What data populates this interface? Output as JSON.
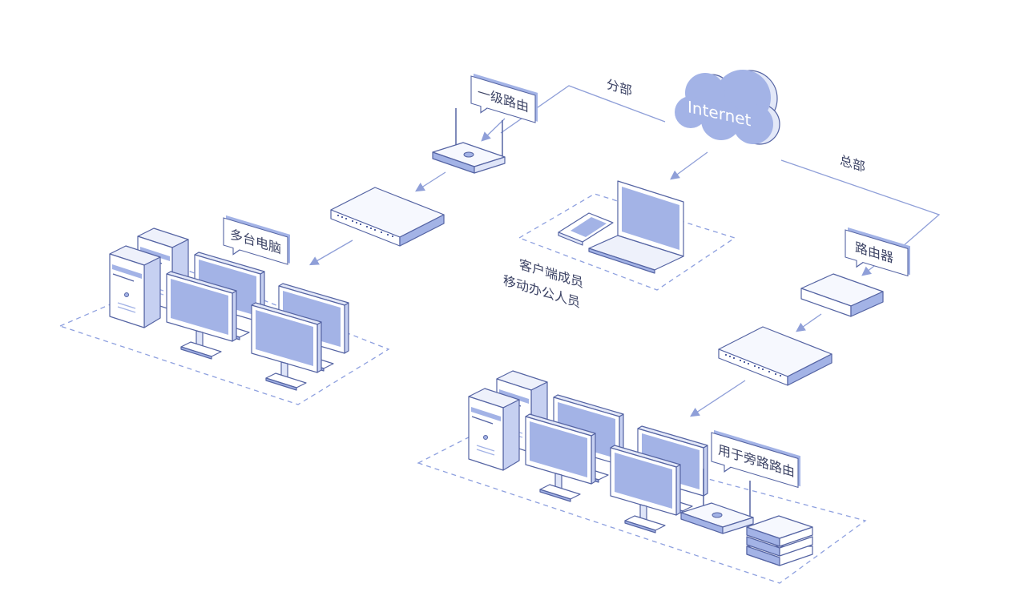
{
  "diagram": {
    "cloud_label": "Internet",
    "branch_label": "分部",
    "hq_label": "总部",
    "branch_router_callout": "一级路由",
    "branch_pcs_callout": "多台电脑",
    "hq_router_callout": "路由器",
    "bypass_router_callout": "用于旁路路由",
    "client_label_line1": "客户端成员",
    "client_label_line2": "移动办公人员"
  },
  "colors": {
    "accent": "#a3b3e6",
    "outline": "#5564a3",
    "line": "#8f9fd8",
    "light": "#eef1fb"
  }
}
